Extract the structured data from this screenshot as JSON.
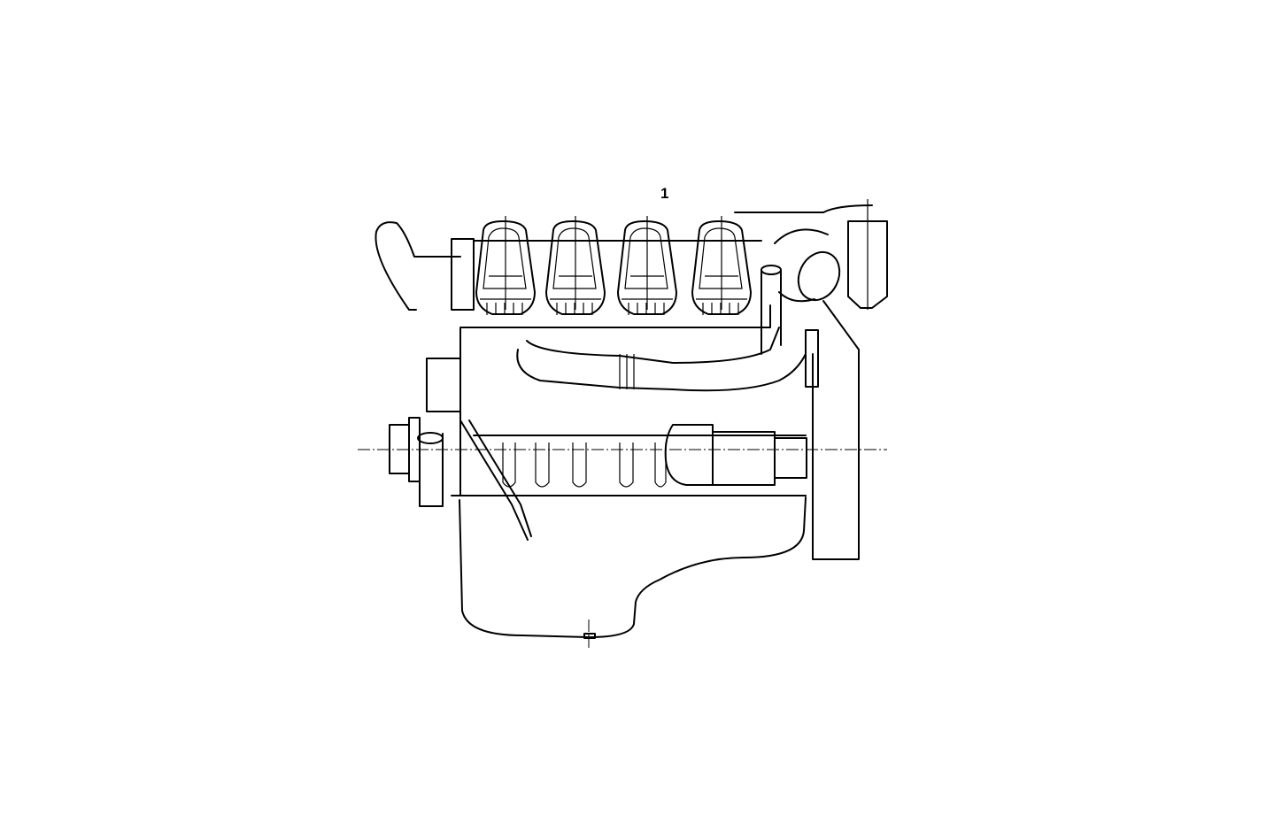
{
  "diagram": {
    "subject": "engine-assembly-side-view",
    "style": "black line drawing on white",
    "callouts": [
      {
        "id": "callout-1",
        "text": "1"
      }
    ],
    "colors": {
      "background": "#ffffff",
      "line": "#000000"
    }
  }
}
